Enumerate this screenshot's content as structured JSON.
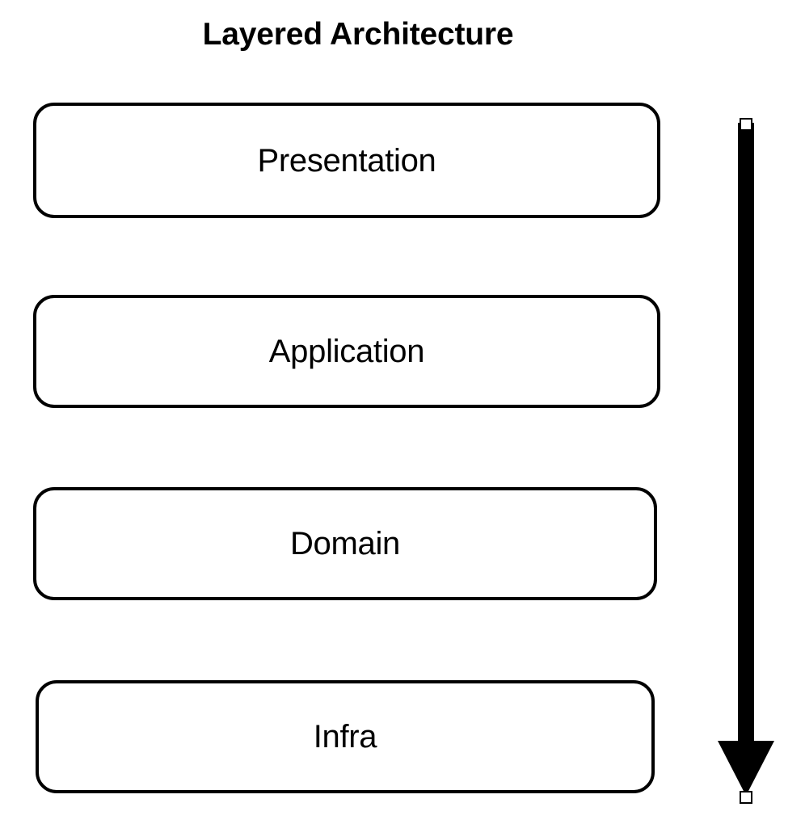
{
  "diagram": {
    "title": "Layered Architecture",
    "background_color": "#ffffff",
    "stroke_color": "#000000",
    "fill_color": "#ffffff",
    "layers": [
      {
        "label": "Presentation",
        "order": 1
      },
      {
        "label": "Application",
        "order": 2
      },
      {
        "label": "Domain",
        "order": 3
      },
      {
        "label": "Infra",
        "order": 4
      }
    ],
    "arrow": {
      "name": "dependency-direction-arrow",
      "direction": "down",
      "color": "#000000",
      "start_handle": "square",
      "end_handle": "square"
    }
  }
}
